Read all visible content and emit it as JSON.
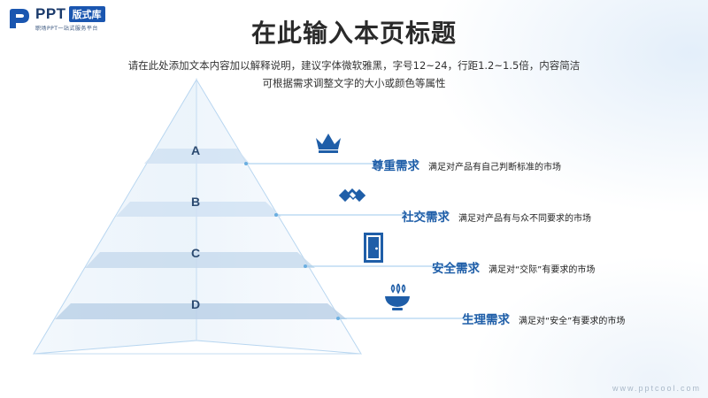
{
  "logo": {
    "brand": "PPT",
    "tag": "版式库",
    "tagline": "职场PPT一站式服务平台"
  },
  "title": "在此输入本页标题",
  "subtitle": {
    "line1": "请在此处添加文本内容加以解释说明，建议字体微软雅黑，字号12~24，行距1.2~1.5倍，内容简洁",
    "line2": "可根据需求调整文字的大小或颜色等属性"
  },
  "levels": [
    {
      "letter": "A",
      "title": "尊重需求",
      "desc": "满足对产品有自己判断标准的市场",
      "icon": "crown-icon"
    },
    {
      "letter": "B",
      "title": "社交需求",
      "desc": "满足对产品有与众不同要求的市场",
      "icon": "handshake-icon"
    },
    {
      "letter": "C",
      "title": "安全需求",
      "desc": "满足对“交际”有要求的市场",
      "icon": "door-icon"
    },
    {
      "letter": "D",
      "title": "生理需求",
      "desc": "满足对“安全”有要求的市场",
      "icon": "food-bowl-icon"
    }
  ],
  "colors": {
    "accent": "#1f5ea8",
    "band": "#cfe1f2",
    "line": "#9ccaec",
    "title": "#2a2a2a"
  },
  "watermark": "www.pptcool.com"
}
